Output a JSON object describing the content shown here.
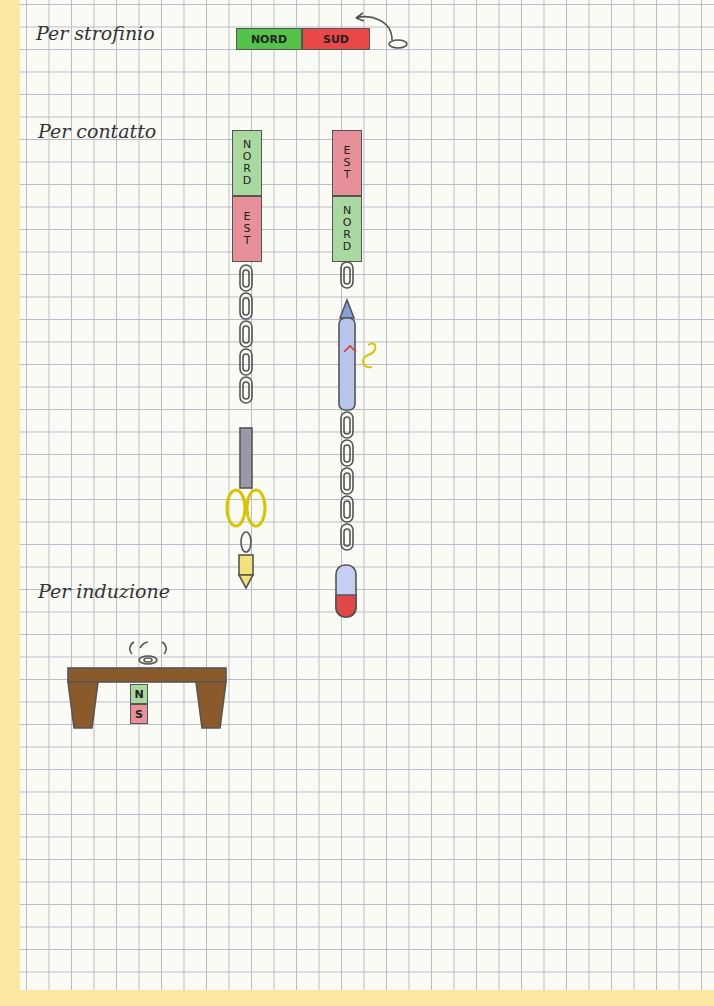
{
  "diagram": {
    "nodes": [
      {
        "text": [
          "NORD"
        ]
      },
      {
        "text": [
          "SUD"
        ]
      },
      {
        "text": [
          "NORD"
        ]
      },
      {
        "text": [
          "EST"
        ]
      },
      {
        "text": [
          "EST"
        ]
      },
      {
        "text": [
          "NORD"
        ]
      },
      {
        "text": [
          "N"
        ]
      },
      {
        "text": [
          "S"
        ]
      }
    ],
    "labels": [
      "Per strofinio",
      "Per contatto",
      "Per induzione"
    ]
  }
}
